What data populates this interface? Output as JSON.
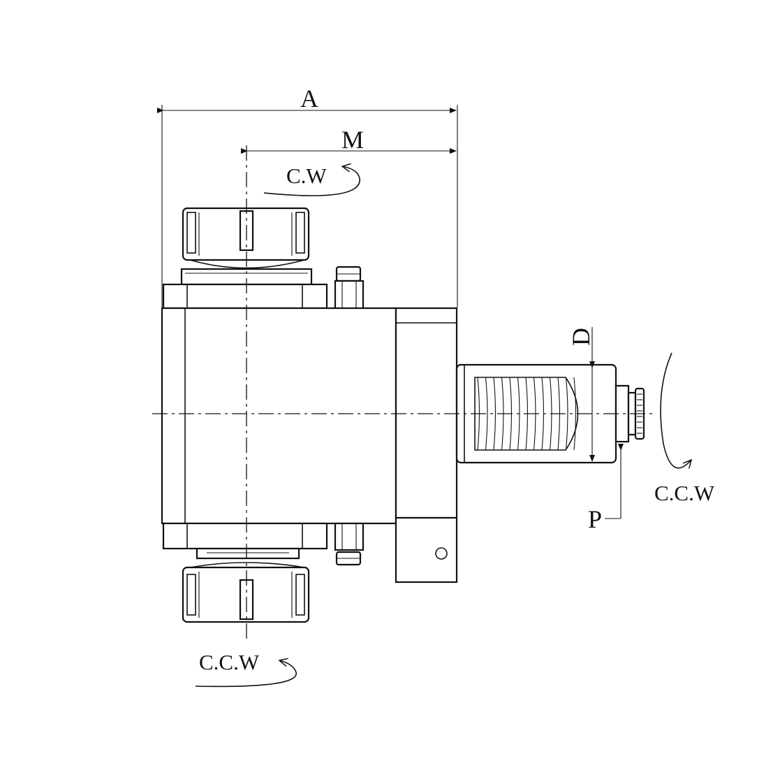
{
  "diagram": {
    "dimension_labels": {
      "overall_length": "A",
      "center_offset": "M",
      "shank_diameter": "D",
      "pin_position": "P"
    },
    "rotation_labels": {
      "top_spindle": "C.W",
      "bottom_spindle": "C.C.W",
      "drive_shank": "C.C.W"
    }
  }
}
